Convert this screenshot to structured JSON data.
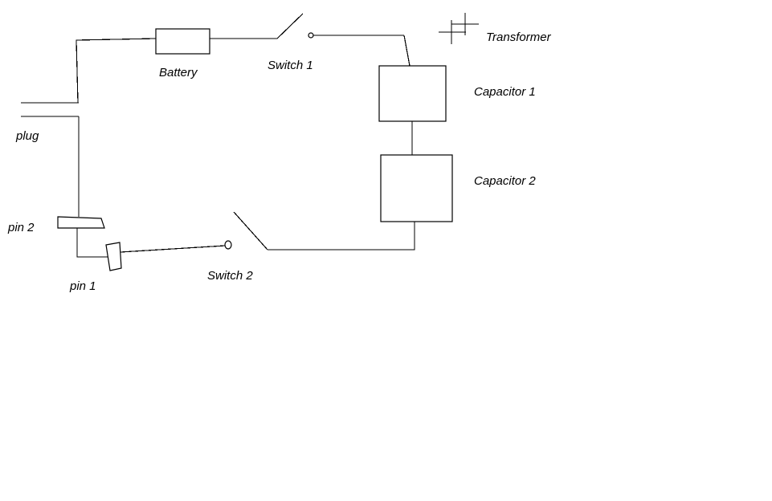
{
  "labels": {
    "battery": "Battery",
    "switch1": "Switch 1",
    "transformer": "Transformer",
    "capacitor1": "Capacitor 1",
    "capacitor2": "Capacitor 2",
    "plug": "plug",
    "pin2": "pin 2",
    "pin1": "pin 1",
    "switch2": "Switch 2"
  }
}
